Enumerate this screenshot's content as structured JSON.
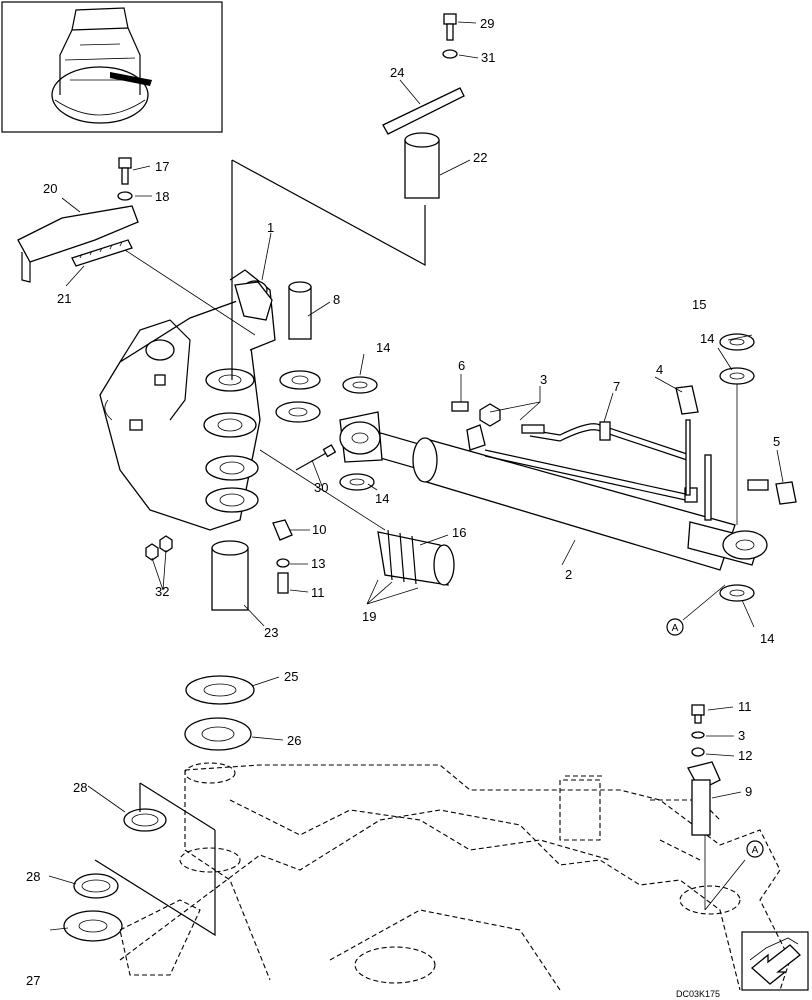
{
  "diagram": {
    "drawing_code": "DC03K175",
    "reference_marker": "A",
    "labels": [
      "1",
      "2",
      "3",
      "4",
      "5",
      "6",
      "7",
      "8",
      "9",
      "10",
      "11",
      "12",
      "13",
      "14",
      "15",
      "16",
      "17",
      "18",
      "19",
      "20",
      "21",
      "22",
      "23",
      "24",
      "25",
      "26",
      "27",
      "28",
      "29",
      "30",
      "31",
      "32"
    ]
  }
}
